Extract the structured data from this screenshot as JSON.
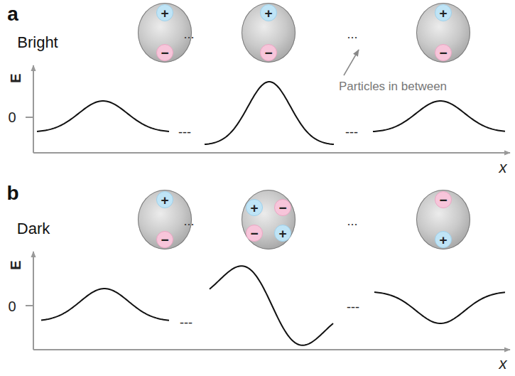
{
  "diagram": {
    "nodes": [
      {},
      {
        "text": [
          "+"
        ],
        "in": 0
      },
      {
        "text": [
          "−"
        ],
        "in": 0
      },
      {},
      {
        "text": [
          "+"
        ],
        "in": 3
      },
      {
        "text": [
          "−"
        ],
        "in": 3
      },
      {},
      {
        "text": [
          "+"
        ],
        "in": 6
      },
      {
        "text": [
          "−"
        ],
        "in": 6
      },
      {},
      {
        "text": [
          "+"
        ],
        "in": 9
      },
      {
        "text": [
          "−"
        ],
        "in": 9
      },
      {},
      {
        "text": [
          "+"
        ],
        "in": 12
      },
      {
        "text": [
          "−"
        ],
        "in": 12
      },
      {
        "text": [
          "−"
        ],
        "in": 12
      },
      {
        "text": [
          "+"
        ],
        "in": 12
      },
      {},
      {
        "text": [
          "−"
        ],
        "in": 17
      },
      {
        "text": [
          "+"
        ],
        "in": 17
      }
    ],
    "labels": [
      "a",
      "Bright",
      "...",
      "...",
      "Particles in between",
      "E",
      "0",
      "---",
      "---",
      "x",
      "b",
      "Dark",
      "...",
      "...",
      "E",
      "0",
      "---",
      "---",
      "x"
    ]
  }
}
